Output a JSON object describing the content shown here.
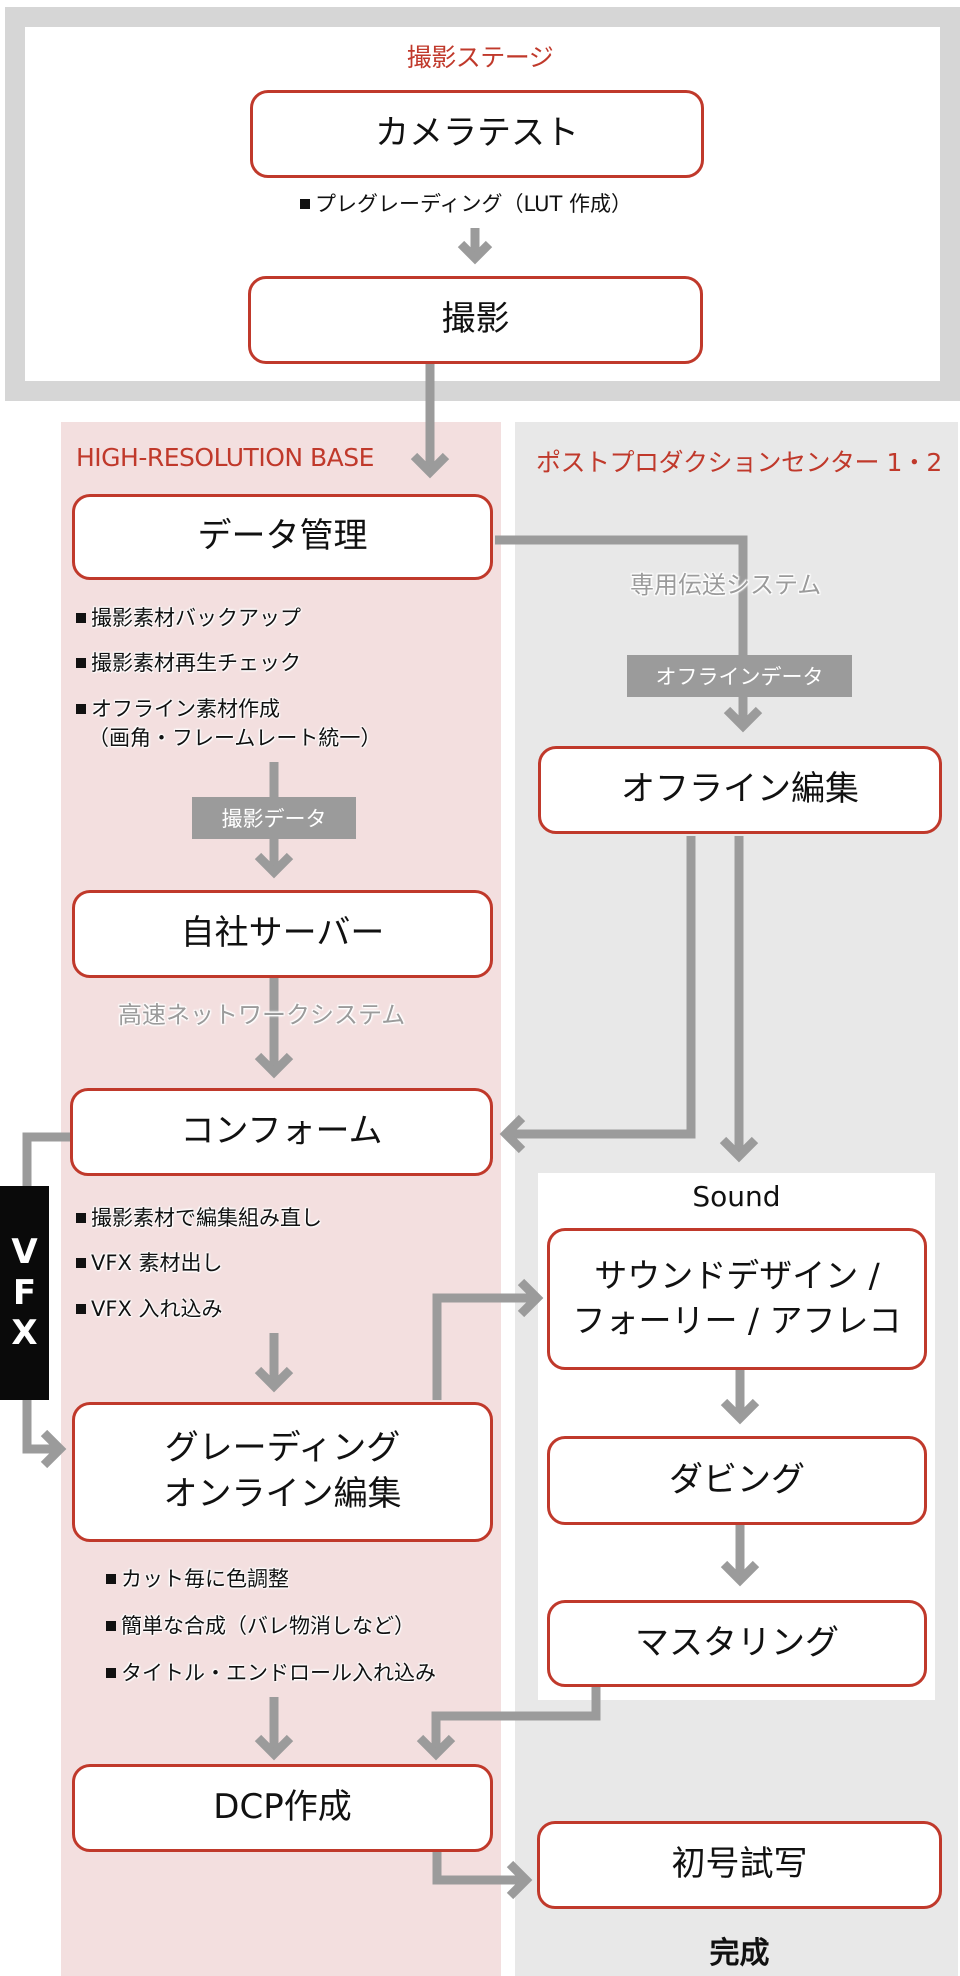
{
  "stage": {
    "title": "撮影ステージ",
    "camera_test": "カメラテスト",
    "camera_test_note": "プレグレーディング（LUT 作成）",
    "shooting": "撮影"
  },
  "hrb": {
    "title": "HIGH-RESOLUTION BASE",
    "data_management": "データ管理",
    "data_notes": [
      "撮影素材バックアップ",
      "撮影素材再生チェック",
      "オフライン素材作成",
      "（画角・フレームレート統一）"
    ],
    "shooting_data_tag": "撮影データ",
    "own_server": "自社サーバー",
    "network_label": "高速ネットワークシステム",
    "conform": "コンフォーム",
    "conform_notes": [
      "撮影素材で編集組み直し",
      "VFX 素材出し",
      "VFX 入れ込み"
    ],
    "grading_line1": "グレーディング",
    "grading_line2": "オンライン編集",
    "grading_notes": [
      "カット毎に色調整",
      "簡単な合成（バレ物消しなど）",
      "タイトル・エンドロール入れ込み"
    ],
    "dcp": "DCP作成"
  },
  "vfx": {
    "letters": [
      "V",
      "F",
      "X"
    ]
  },
  "post": {
    "title": "ポストプロダクションセンター 1・2",
    "transfer_label": "専用伝送システム",
    "offline_data_tag": "オフラインデータ",
    "offline_edit": "オフライン編集",
    "sound_title": "Sound",
    "sound_design_line1": "サウンドデザイン /",
    "sound_design_line2": "フォーリー / アフレコ",
    "dubbing": "ダビング",
    "mastering": "マスタリング",
    "first_screening": "初号試写",
    "complete": "完成"
  },
  "colors": {
    "accent_red": "#c0392b",
    "arrow_gray": "#9b9b9b",
    "pink_bg": "#f3dfdf",
    "gray_bg": "#e8e8e8",
    "frame_gray": "#d6d6d6"
  }
}
